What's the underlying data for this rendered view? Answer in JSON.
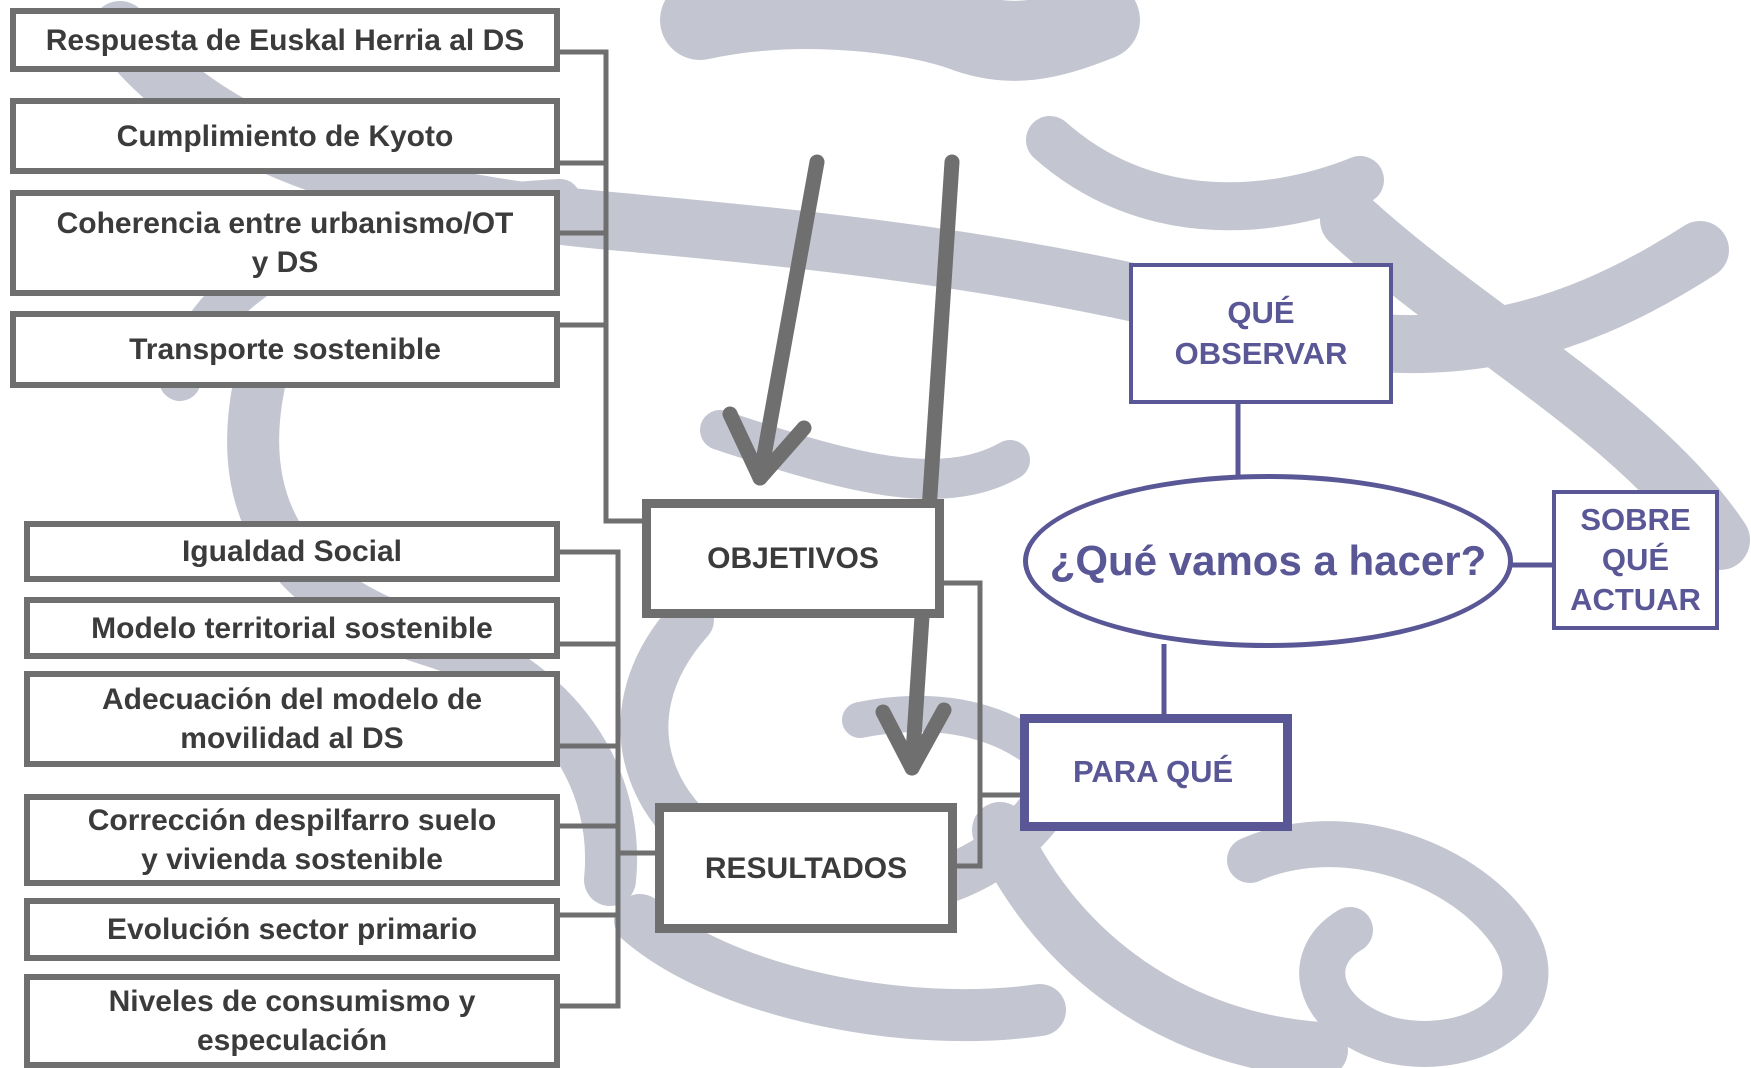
{
  "colors": {
    "box_border": "#6f6f6f",
    "text": "#3b3b3b",
    "accent": "#5a5796",
    "watermark": "#c3c5d0"
  },
  "objective_items": [
    "Respuesta de Euskal Herria al DS",
    "Cumplimiento de Kyoto",
    "Coherencia entre urbanismo/OT y DS",
    "Transporte sostenible"
  ],
  "result_items": [
    "Igualdad Social",
    "Modelo territorial sostenible",
    "Adecuación del modelo de movilidad al DS",
    "Corrección despilfarro suelo y vivienda sostenible",
    "Evolución sector primario",
    "Niveles de consumismo y especulación"
  ],
  "hubs": {
    "objetivos": "OBJETIVOS",
    "resultados": "RESULTADOS"
  },
  "question": {
    "center": "¿Qué vamos a hacer?",
    "observe": "QUÉ OBSERVAR",
    "act_on": "SOBRE QUÉ ACTUAR",
    "purpose": "PARA QUÉ"
  }
}
